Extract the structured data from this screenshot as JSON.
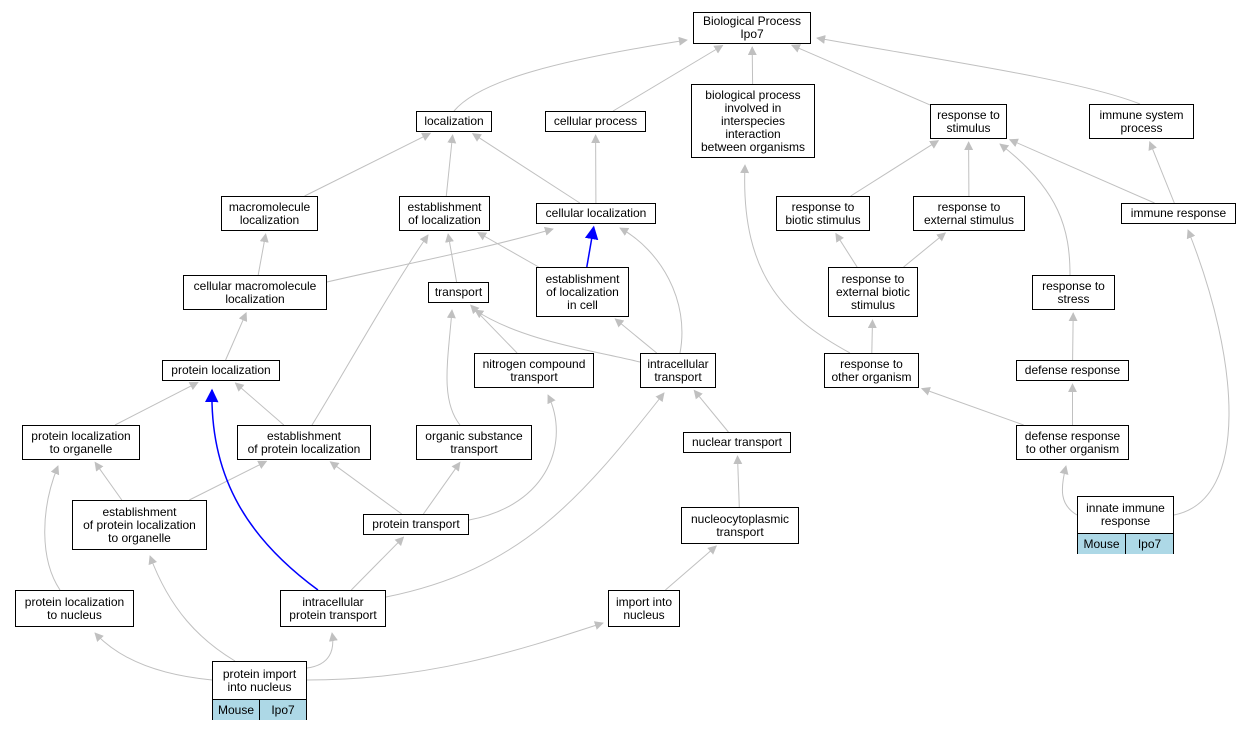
{
  "nodes": {
    "bp": [
      "Biological Process",
      "Ipo7"
    ],
    "localization": [
      "localization"
    ],
    "cellular_process": [
      "cellular process"
    ],
    "interspecies": [
      "biological process",
      "involved in",
      "interspecies",
      "interaction",
      "between organisms"
    ],
    "response_to_stimulus": [
      "response to",
      "stimulus"
    ],
    "immune_system_process": [
      "immune system",
      "process"
    ],
    "macromolecule_localization": [
      "macromolecule",
      "localization"
    ],
    "establishment_of_localization": [
      "establishment",
      "of localization"
    ],
    "cellular_localization": [
      "cellular localization"
    ],
    "response_to_biotic_stimulus": [
      "response to",
      "biotic stimulus"
    ],
    "response_to_external_stimulus": [
      "response to",
      "external stimulus"
    ],
    "immune_response": [
      "immune response"
    ],
    "cellular_macromolecule_localization": [
      "cellular macromolecule",
      "localization"
    ],
    "transport": [
      "transport"
    ],
    "establishment_of_localization_in_cell": [
      "establishment",
      "of localization",
      "in cell"
    ],
    "response_to_external_biotic_stimulus": [
      "response to",
      "external biotic",
      "stimulus"
    ],
    "response_to_stress": [
      "response to",
      "stress"
    ],
    "protein_localization": [
      "protein localization"
    ],
    "nitrogen_compound_transport": [
      "nitrogen compound",
      "transport"
    ],
    "intracellular_transport": [
      "intracellular",
      "transport"
    ],
    "response_to_other_organism": [
      "response to",
      "other organism"
    ],
    "defense_response": [
      "defense response"
    ],
    "protein_localization_to_organelle": [
      "protein localization",
      "to organelle"
    ],
    "establishment_of_protein_localization": [
      "establishment",
      "of protein localization"
    ],
    "organic_substance_transport": [
      "organic substance",
      "transport"
    ],
    "nuclear_transport": [
      "nuclear transport"
    ],
    "defense_response_to_other_organism": [
      "defense response",
      "to other organism"
    ],
    "establishment_of_protein_localization_to_organelle": [
      "establishment",
      "of protein localization",
      "to organelle"
    ],
    "protein_transport": [
      "protein transport"
    ],
    "nucleocytoplasmic_transport": [
      "nucleocytoplasmic",
      "transport"
    ],
    "innate_immune_response": [
      "innate immune",
      "response"
    ],
    "protein_localization_to_nucleus": [
      "protein localization",
      "to nucleus"
    ],
    "intracellular_protein_transport": [
      "intracellular",
      "protein transport"
    ],
    "import_into_nucleus": [
      "import into",
      "nucleus"
    ],
    "protein_import_into_nucleus": [
      "protein import",
      "into nucleus"
    ]
  },
  "gene_annotations": {
    "innate_immune_response": {
      "species": "Mouse",
      "gene": "Ipo7"
    },
    "protein_import_into_nucleus": {
      "species": "Mouse",
      "gene": "Ipo7"
    }
  },
  "colors": {
    "edge": "#c0c0c0",
    "highlight_edge": "#0000ff",
    "gene_cell": "#add8e6",
    "border": "#000000"
  },
  "edges": [
    {
      "from": "localization",
      "to": "bp"
    },
    {
      "from": "cellular_process",
      "to": "bp"
    },
    {
      "from": "interspecies",
      "to": "bp"
    },
    {
      "from": "response_to_stimulus",
      "to": "bp"
    },
    {
      "from": "immune_system_process",
      "to": "bp"
    },
    {
      "from": "macromolecule_localization",
      "to": "localization"
    },
    {
      "from": "establishment_of_localization",
      "to": "localization"
    },
    {
      "from": "cellular_localization",
      "to": "localization"
    },
    {
      "from": "cellular_localization",
      "to": "cellular_process"
    },
    {
      "from": "response_to_biotic_stimulus",
      "to": "response_to_stimulus"
    },
    {
      "from": "response_to_external_stimulus",
      "to": "response_to_stimulus"
    },
    {
      "from": "immune_response",
      "to": "response_to_stimulus"
    },
    {
      "from": "immune_response",
      "to": "immune_system_process"
    },
    {
      "from": "cellular_macromolecule_localization",
      "to": "macromolecule_localization"
    },
    {
      "from": "cellular_macromolecule_localization",
      "to": "cellular_localization"
    },
    {
      "from": "transport",
      "to": "establishment_of_localization"
    },
    {
      "from": "establishment_of_localization_in_cell",
      "to": "establishment_of_localization"
    },
    {
      "from": "establishment_of_localization_in_cell",
      "to": "cellular_localization",
      "highlight": true
    },
    {
      "from": "response_to_external_biotic_stimulus",
      "to": "response_to_biotic_stimulus"
    },
    {
      "from": "response_to_external_biotic_stimulus",
      "to": "response_to_external_stimulus"
    },
    {
      "from": "response_to_stress",
      "to": "response_to_stimulus"
    },
    {
      "from": "protein_localization",
      "to": "cellular_macromolecule_localization"
    },
    {
      "from": "nitrogen_compound_transport",
      "to": "transport"
    },
    {
      "from": "intracellular_transport",
      "to": "transport"
    },
    {
      "from": "intracellular_transport",
      "to": "establishment_of_localization_in_cell"
    },
    {
      "from": "intracellular_transport",
      "to": "cellular_localization"
    },
    {
      "from": "response_to_other_organism",
      "to": "interspecies"
    },
    {
      "from": "response_to_other_organism",
      "to": "response_to_external_biotic_stimulus"
    },
    {
      "from": "defense_response",
      "to": "response_to_stress"
    },
    {
      "from": "protein_localization_to_organelle",
      "to": "protein_localization"
    },
    {
      "from": "establishment_of_protein_localization",
      "to": "protein_localization"
    },
    {
      "from": "establishment_of_protein_localization",
      "to": "establishment_of_localization"
    },
    {
      "from": "organic_substance_transport",
      "to": "transport"
    },
    {
      "from": "nuclear_transport",
      "to": "intracellular_transport"
    },
    {
      "from": "defense_response_to_other_organism",
      "to": "response_to_other_organism"
    },
    {
      "from": "defense_response_to_other_organism",
      "to": "defense_response"
    },
    {
      "from": "establishment_of_protein_localization_to_organelle",
      "to": "protein_localization_to_organelle"
    },
    {
      "from": "establishment_of_protein_localization_to_organelle",
      "to": "establishment_of_protein_localization"
    },
    {
      "from": "protein_transport",
      "to": "establishment_of_protein_localization"
    },
    {
      "from": "protein_transport",
      "to": "organic_substance_transport"
    },
    {
      "from": "protein_transport",
      "to": "nitrogen_compound_transport"
    },
    {
      "from": "nucleocytoplasmic_transport",
      "to": "nuclear_transport"
    },
    {
      "from": "innate_immune_response",
      "to": "defense_response_to_other_organism"
    },
    {
      "from": "innate_immune_response",
      "to": "immune_response"
    },
    {
      "from": "protein_localization_to_nucleus",
      "to": "protein_localization_to_organelle"
    },
    {
      "from": "intracellular_protein_transport",
      "to": "protein_transport"
    },
    {
      "from": "intracellular_protein_transport",
      "to": "intracellular_transport"
    },
    {
      "from": "intracellular_protein_transport",
      "to": "protein_localization",
      "highlight": true
    },
    {
      "from": "import_into_nucleus",
      "to": "nucleocytoplasmic_transport"
    },
    {
      "from": "protein_import_into_nucleus",
      "to": "protein_localization_to_nucleus"
    },
    {
      "from": "protein_import_into_nucleus",
      "to": "establishment_of_protein_localization_to_organelle"
    },
    {
      "from": "protein_import_into_nucleus",
      "to": "intracellular_protein_transport"
    },
    {
      "from": "protein_import_into_nucleus",
      "to": "import_into_nucleus"
    }
  ]
}
